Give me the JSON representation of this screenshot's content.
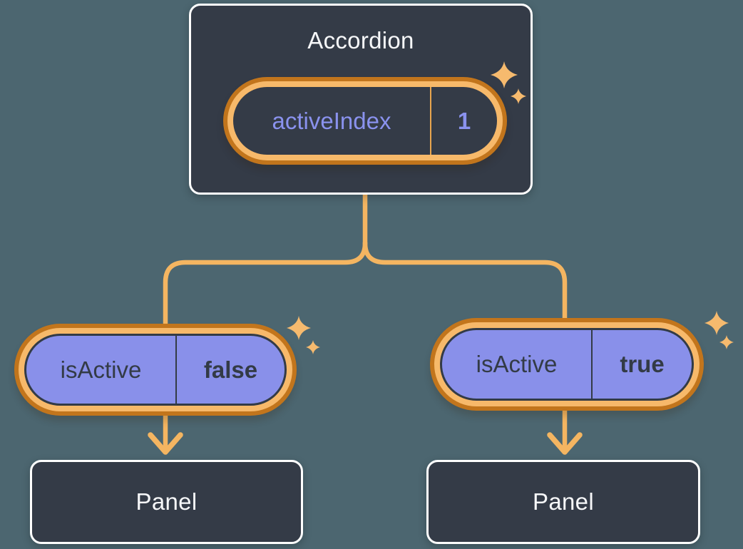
{
  "diagram": {
    "root": {
      "title": "Accordion",
      "state": {
        "name": "activeIndex",
        "value": "1"
      }
    },
    "children": [
      {
        "prop": {
          "name": "isActive",
          "value": "false"
        },
        "panel_label": "Panel"
      },
      {
        "prop": {
          "name": "isActive",
          "value": "true"
        },
        "panel_label": "Panel"
      }
    ]
  },
  "colors": {
    "bg": "#4C6670",
    "card": "#343B47",
    "card_border": "#FFFFFF",
    "text_light": "#F6F7F9",
    "text_dark": "#333B46",
    "purple_fill": "#8990EA",
    "purple_text": "#8A92EE",
    "ring_light": "#F7B96A",
    "ring_dark": "#C2751C",
    "line": "#F4B561",
    "sparkle": "#F6BA6E",
    "divider_orange": "#E8A54E"
  }
}
